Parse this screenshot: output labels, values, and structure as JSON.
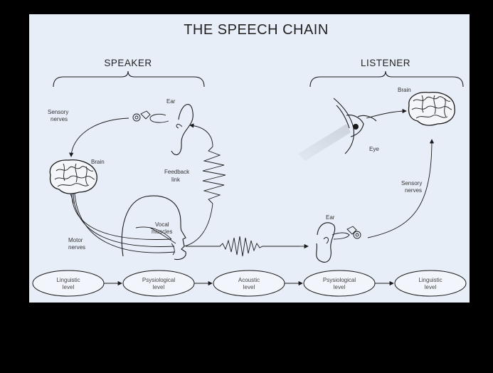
{
  "title": "THE SPEECH CHAIN",
  "groups": {
    "speaker": "SPEAKER",
    "listener": "LISTENER"
  },
  "speaker_labels": {
    "ear": "Ear",
    "sensory_nerves_1": "Sensory",
    "sensory_nerves_2": "nerves",
    "brain": "Brain",
    "feedback_1": "Feedback",
    "feedback_2": "link",
    "vocal_1": "Vocal",
    "vocal_2": "muscles",
    "motor_1": "Motor",
    "motor_2": "nerves"
  },
  "listener_labels": {
    "brain": "Brain",
    "eye": "Eye",
    "ear": "Ear",
    "sensory_nerves_1": "Sensory",
    "sensory_nerves_2": "nerves"
  },
  "levels": [
    {
      "line1": "Linguistic",
      "line2": "level"
    },
    {
      "line1": "Psysiological",
      "line2": "level"
    },
    {
      "line1": "Acoustic",
      "line2": "level"
    },
    {
      "line1": "Psysiological",
      "line2": "level"
    },
    {
      "line1": "Linguistic",
      "line2": "level"
    }
  ],
  "icons": [
    "speaker-brain-icon",
    "speaker-ear-icon",
    "speaker-head-icon",
    "listener-brain-icon",
    "listener-eye-icon",
    "listener-ear-icon"
  ]
}
